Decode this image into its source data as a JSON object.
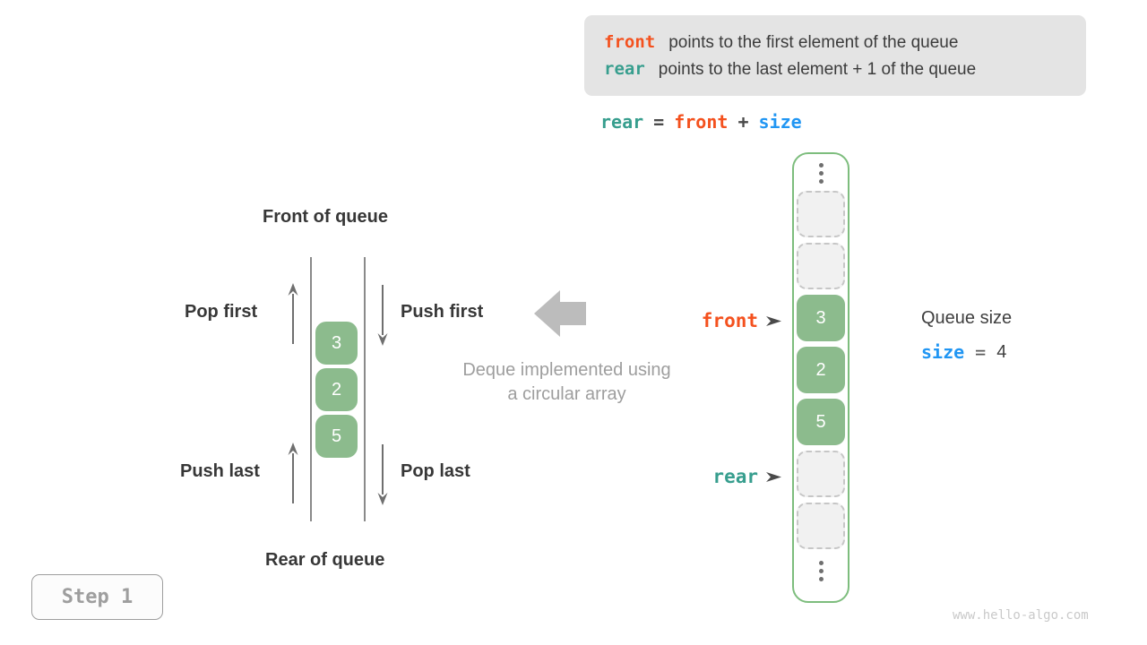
{
  "colors": {
    "front_accent": "#f4511e",
    "rear_accent": "#379e8e",
    "size_accent": "#2196f3",
    "cell_green": "#8cbb8d",
    "column_border_green": "#7dbd7d",
    "info_box_bg": "#e4e4e4",
    "muted_gray": "#9e9e9e"
  },
  "info_box": {
    "line1": {
      "keyword": "front",
      "text": "points to the first element of the queue"
    },
    "line2": {
      "keyword": "rear",
      "text": "points to the last element + 1 of the queue"
    }
  },
  "formula": {
    "lhs": "rear",
    "eq": "=",
    "operand1": "front",
    "op": "+",
    "operand2": "size"
  },
  "left_diagram": {
    "front_of_queue": "Front of queue",
    "rear_of_queue": "Rear of queue",
    "pop_first": "Pop first",
    "push_first": "Push first",
    "push_last": "Push last",
    "pop_last": "Pop last",
    "values": [
      "3",
      "2",
      "5"
    ]
  },
  "center_caption": {
    "line1": "Deque implemented using",
    "line2": "a circular array"
  },
  "array_column": {
    "front_pointer": "front",
    "rear_pointer": "rear",
    "cells": [
      {
        "value": "",
        "state": "empty"
      },
      {
        "value": "",
        "state": "empty"
      },
      {
        "value": "3",
        "state": "filled"
      },
      {
        "value": "2",
        "state": "filled"
      },
      {
        "value": "5",
        "state": "filled"
      },
      {
        "value": "",
        "state": "empty"
      },
      {
        "value": "",
        "state": "empty"
      }
    ]
  },
  "queue_size": {
    "label": "Queue size",
    "variable": "size",
    "eq": "=",
    "value": "4"
  },
  "step_badge": {
    "label": "Step 1"
  },
  "watermark": "www.hello-algo.com"
}
